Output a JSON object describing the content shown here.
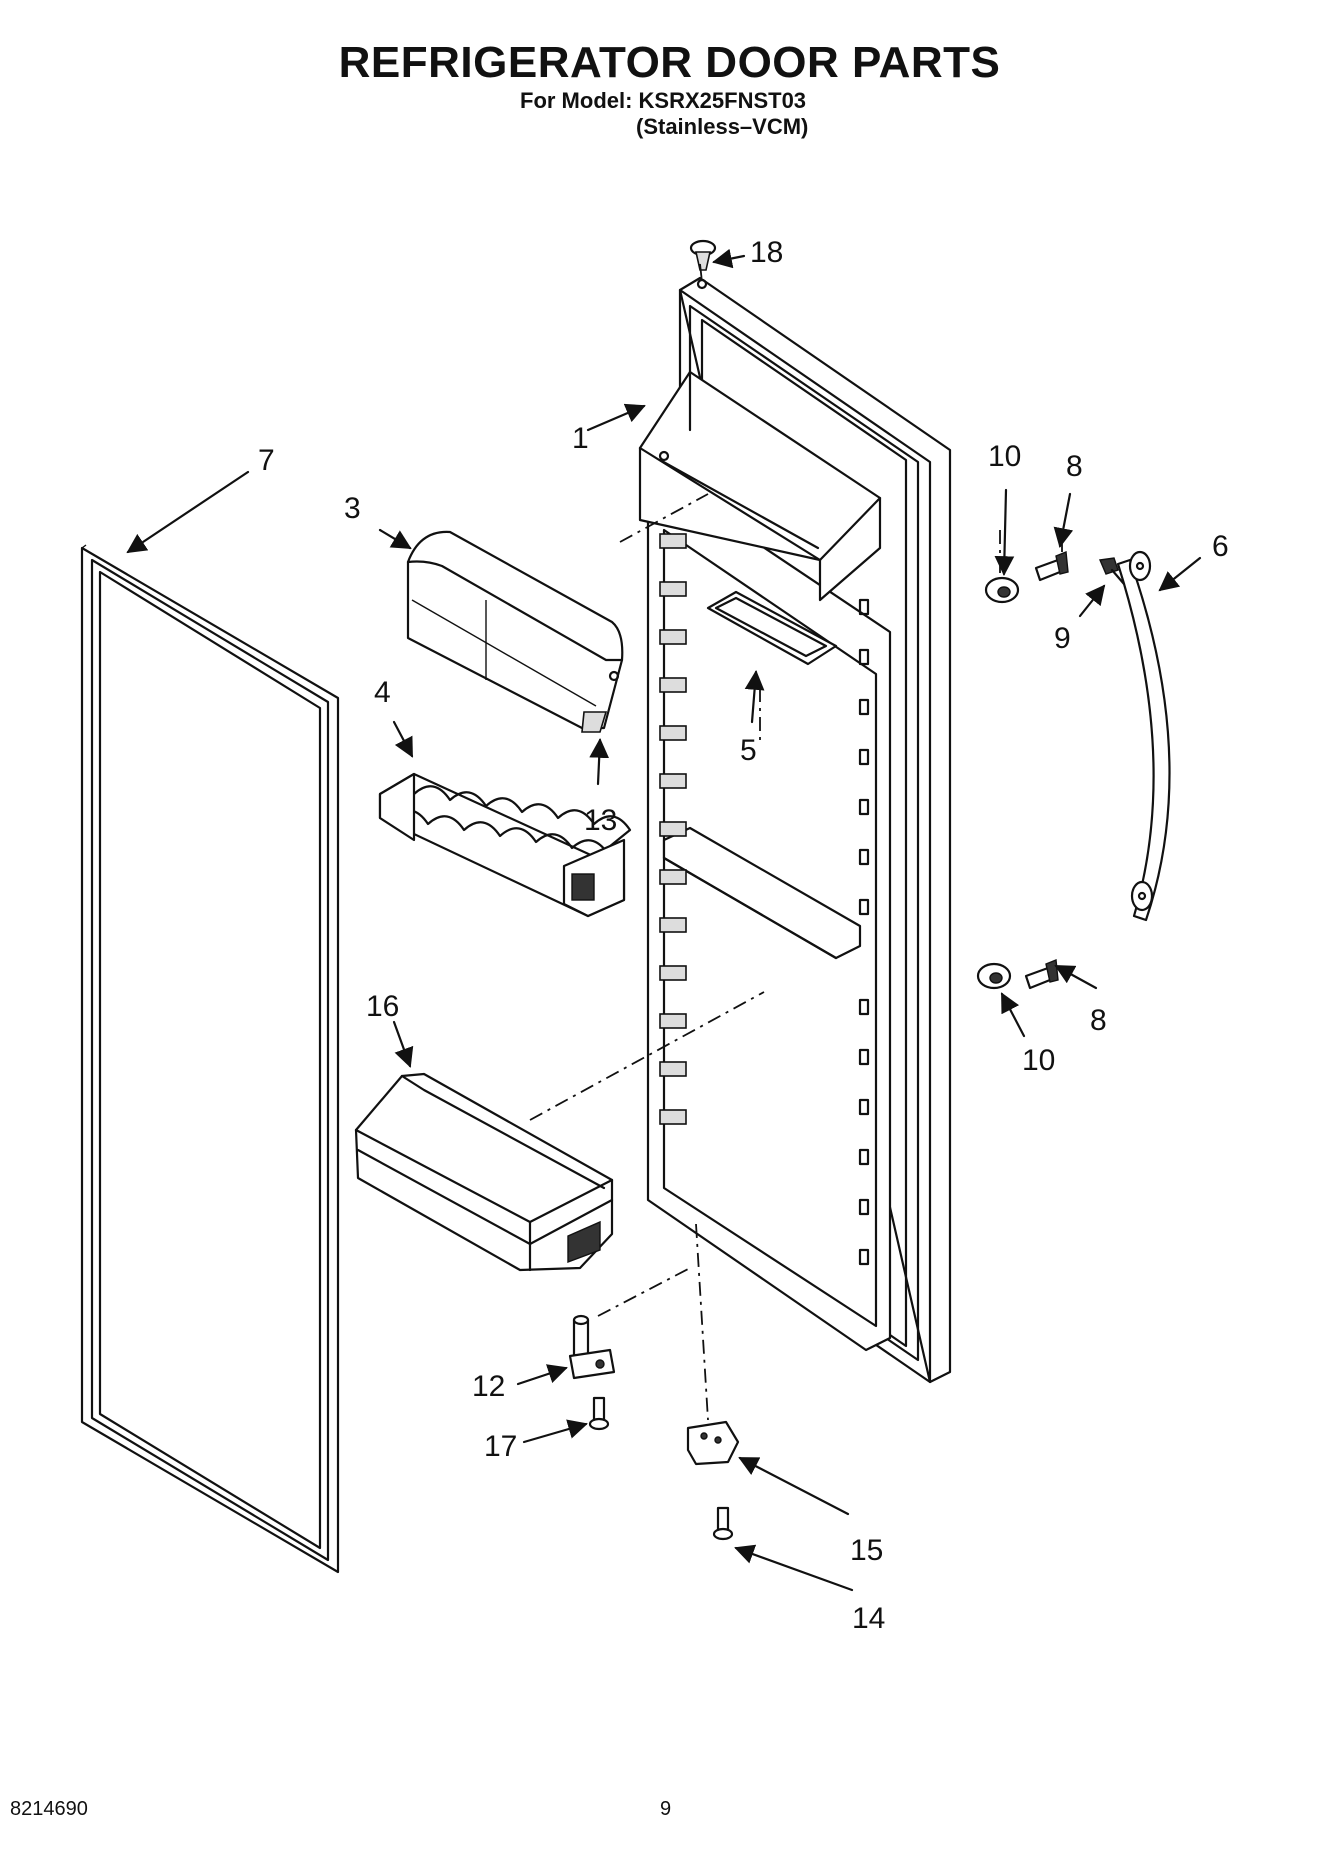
{
  "header": {
    "title": "REFRIGERATOR DOOR PARTS",
    "model_line": "For Model: KSRX25FNST03",
    "variant_line": "(Stainless–VCM)"
  },
  "footer": {
    "doc_number": "8214690",
    "page_number": "9"
  },
  "callouts": {
    "c1": "1",
    "c3": "3",
    "c4": "4",
    "c5": "5",
    "c6": "6",
    "c7": "7",
    "c8a": "8",
    "c8b": "8",
    "c9": "9",
    "c10a": "10",
    "c10b": "10",
    "c12": "12",
    "c13": "13",
    "c14": "14",
    "c15": "15",
    "c16": "16",
    "c17": "17",
    "c18": "18"
  }
}
